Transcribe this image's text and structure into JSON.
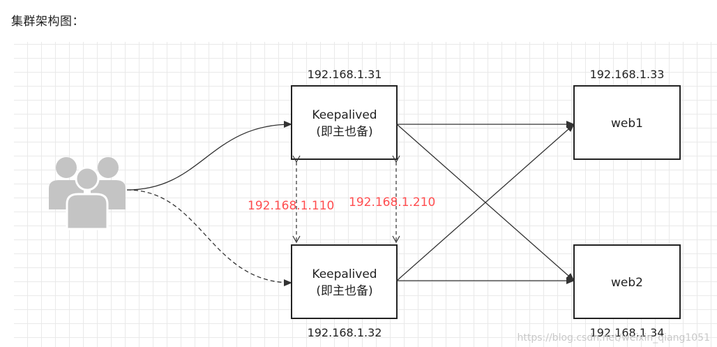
{
  "heading": "集群架构图：",
  "nodes": {
    "ka1": {
      "ip": "192.168.1.31",
      "line1": "Keepalived",
      "line2": "(即主也备)"
    },
    "ka2": {
      "ip": "192.168.1.32",
      "line1": "Keepalived",
      "line2": "(即主也备)"
    },
    "web1": {
      "ip": "192.168.1.33",
      "label": "web1"
    },
    "web2": {
      "ip": "192.168.1.34",
      "label": "web2"
    }
  },
  "vips": {
    "vip1": "192.168.1.110",
    "vip2": "192.168.1.210"
  },
  "colors": {
    "vip": "#ff4d4f",
    "line": "#333333",
    "users": "#c4c4c4"
  },
  "icons": {
    "users": "users-group-icon"
  },
  "watermark": "https://blog.csdn.net/weixin_qiang1051"
}
